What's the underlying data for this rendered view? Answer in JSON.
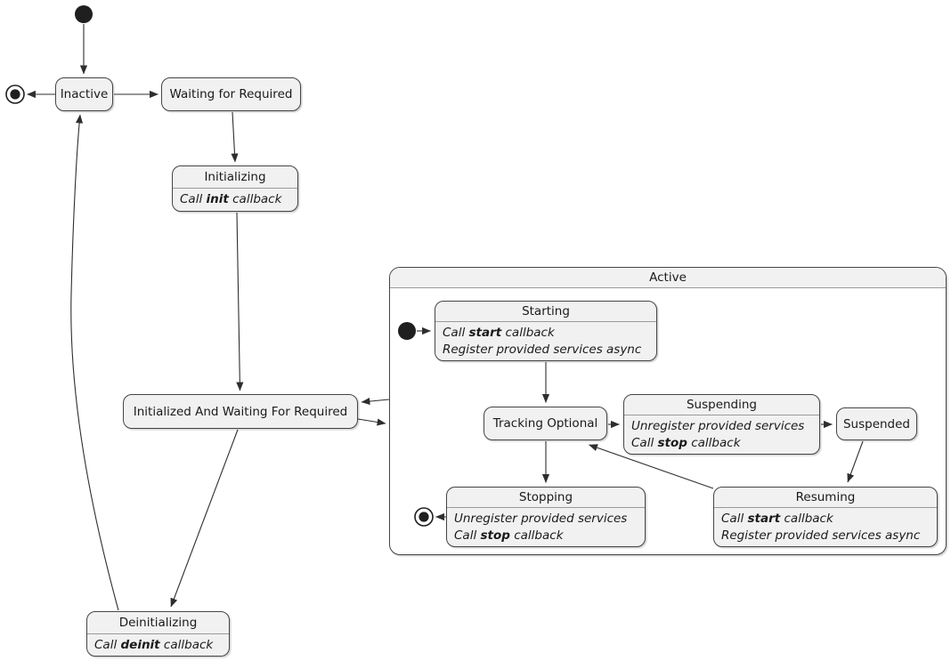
{
  "colors": {
    "state_fill": "#f1f1f1",
    "state_border": "#454545",
    "separator": "#9a9a9a",
    "edge": "#2e2e2e",
    "composite_body": "#ffffff"
  },
  "states": {
    "inactive": {
      "label": "Inactive"
    },
    "waiting_for_required": {
      "label": "Waiting for Required"
    },
    "initializing": {
      "label": "Initializing",
      "lines": [
        {
          "pre": "Call ",
          "bold": "init",
          "post": " callback"
        }
      ]
    },
    "initialized_and_waiting_for_required": {
      "label": "Initialized And Waiting For Required"
    },
    "active": {
      "label": "Active"
    },
    "starting": {
      "label": "Starting",
      "lines": [
        {
          "pre": "Call ",
          "bold": "start",
          "post": " callback"
        },
        {
          "pre": "Register provided services async",
          "bold": "",
          "post": ""
        }
      ]
    },
    "tracking_optional": {
      "label": "Tracking Optional"
    },
    "suspending": {
      "label": "Suspending",
      "lines": [
        {
          "pre": "Unregister provided services",
          "bold": "",
          "post": ""
        },
        {
          "pre": "Call ",
          "bold": "stop",
          "post": " callback"
        }
      ]
    },
    "suspended": {
      "label": "Suspended"
    },
    "resuming": {
      "label": "Resuming",
      "lines": [
        {
          "pre": "Call ",
          "bold": "start",
          "post": " callback"
        },
        {
          "pre": "Register provided services async",
          "bold": "",
          "post": ""
        }
      ]
    },
    "stopping": {
      "label": "Stopping",
      "lines": [
        {
          "pre": "Unregister provided services",
          "bold": "",
          "post": ""
        },
        {
          "pre": "Call ",
          "bold": "stop",
          "post": " callback"
        }
      ]
    },
    "deinitializing": {
      "label": "Deinitializing",
      "lines": [
        {
          "pre": "Call ",
          "bold": "deinit",
          "post": " callback"
        }
      ]
    }
  }
}
